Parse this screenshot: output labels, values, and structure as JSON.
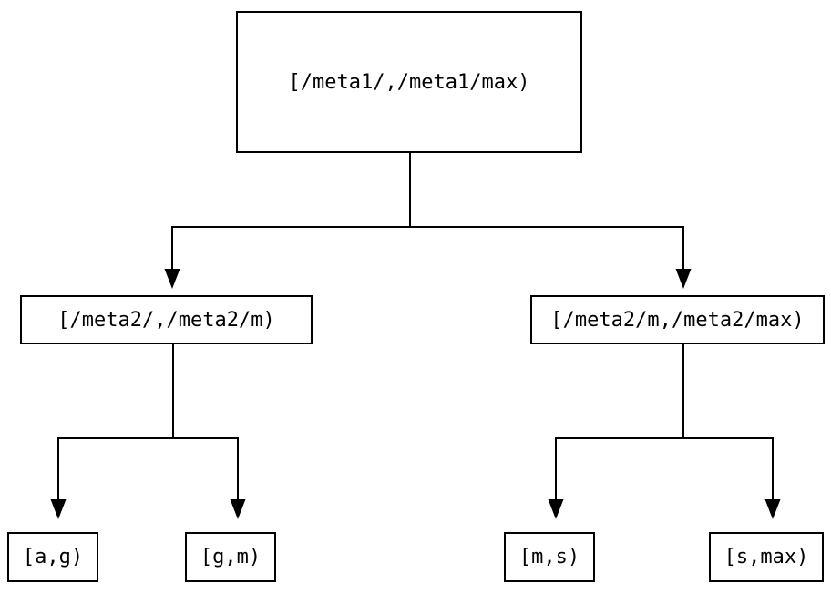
{
  "diagram": {
    "description": "Binary tree of key-range partitions",
    "colors": {
      "stroke": "#000000",
      "box_border": "#000000",
      "background": "#ffffff",
      "text": "#000000"
    },
    "tree": {
      "root": {
        "label": "[/meta1/,/meta1/max)",
        "children": [
          {
            "label": "[/meta2/,/meta2/m)",
            "children": [
              {
                "label": "[a,g)"
              },
              {
                "label": "[g,m)"
              }
            ]
          },
          {
            "label": "[/meta2/m,/meta2/max)",
            "children": [
              {
                "label": "[m,s)"
              },
              {
                "label": "[s,max)"
              }
            ]
          }
        ]
      }
    }
  }
}
